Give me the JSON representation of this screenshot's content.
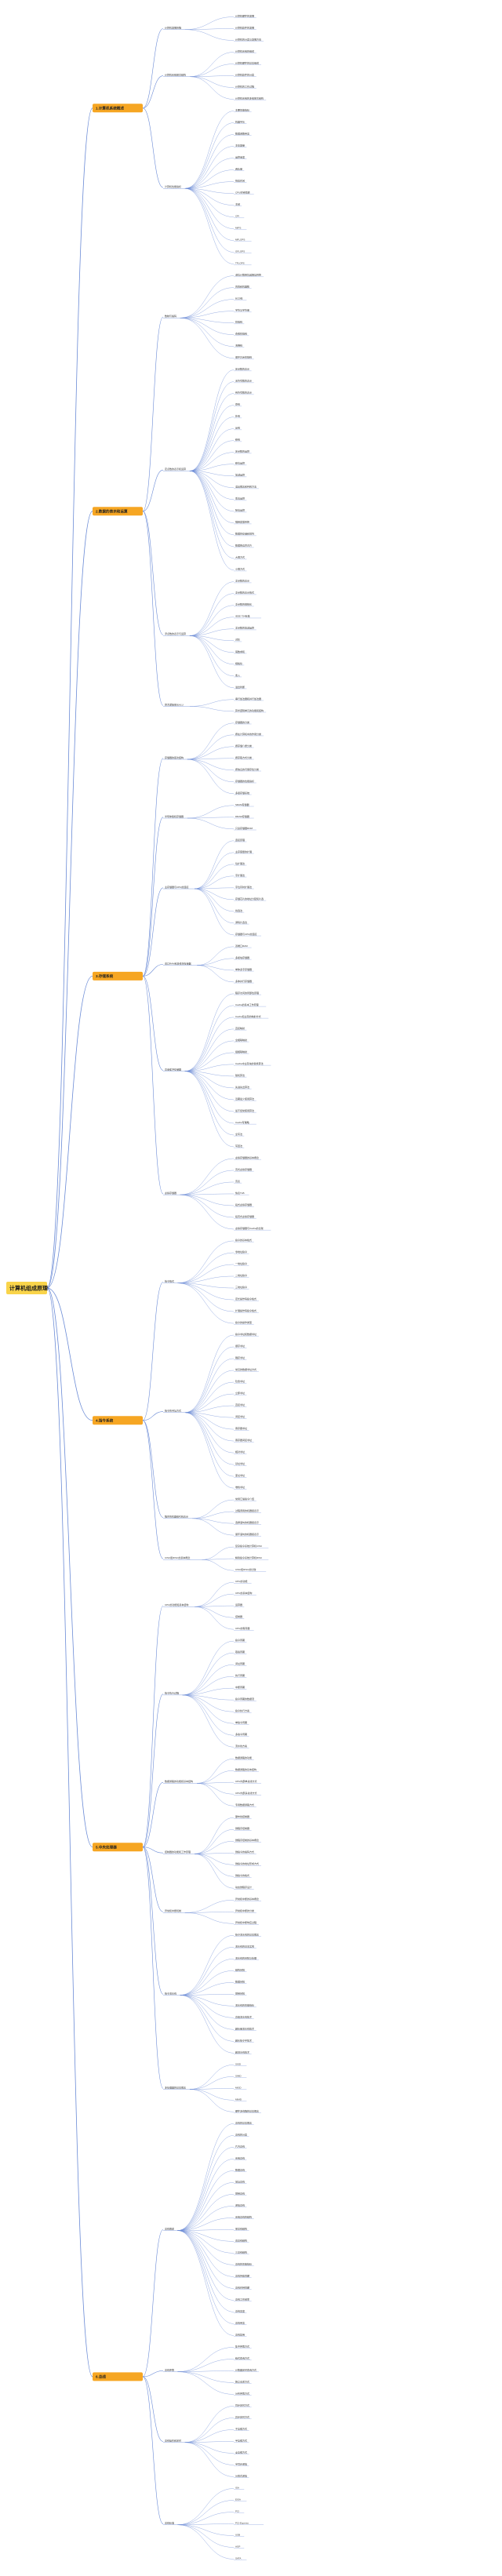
{
  "root": {
    "title": "计算机组成原理"
  },
  "colors": {
    "root_fill": "#f9d44a",
    "branch_fill": "#f6a623",
    "line": "#6b8bd6",
    "text": "#333333"
  },
  "branches": [
    {
      "title": "1.计算机系统概述",
      "items": [
        {
          "label": "计算机发展历程",
          "children": [
            "计算机硬件的发展",
            "计算机软件的发展",
            "计算机的分类与发展方向"
          ]
        },
        {
          "label": "计算机系统层次结构",
          "children": [
            "计算机系统的组成",
            "计算机硬件的基本组成",
            "计算机软件的分类",
            "计算机的工作过程",
            "计算机系统的多级层次结构"
          ]
        },
        {
          "label": "计算机性能指标",
          "children": [
            "主要性能指标",
            "机器字长",
            "数据通路带宽",
            "主存容量",
            "运算速度",
            "吞吐量",
            "响应时间",
            "CPU时钟周期",
            "主频",
            "CPI",
            "MIPS",
            "MFLOPS",
            "GFLOPS",
            "TFLOPS"
          ]
        }
      ]
    },
    {
      "title": "2.数据的表示和运算",
      "items": [
        {
          "label": "数制与编码",
          "children": [
            "进位计数制及其相互转换",
            "真值和机器数",
            "BCD码",
            "字符与字符串",
            "校验码",
            "奇偶校验码",
            "海明码",
            "循环冗余校验码"
          ]
        },
        {
          "label": "定点数的表示和运算",
          "children": [
            "定点数的表示",
            "无符号数的表示",
            "有符号数的表示",
            "原码",
            "补码",
            "反码",
            "移码",
            "定点数的运算",
            "移位运算",
            "加减运算",
            "溢出概念和判别方法",
            "乘法运算",
            "除法运算",
            "强制类型转换",
            "数据的存储和排列",
            "数据按边界对齐",
            "大端方式",
            "小端方式"
          ]
        },
        {
          "label": "浮点数的表示与运算",
          "children": [
            "浮点数的表示",
            "浮点数的表示格式",
            "浮点数的规格化",
            "IEEE 754标准",
            "浮点数的加减运算",
            "对阶",
            "尾数求和",
            "规格化",
            "舍入",
            "溢出判断"
          ]
        },
        {
          "label": "算术逻辑单元ALU",
          "children": [
            "串行加法器和并行加法器",
            "算术逻辑单元的功能和结构"
          ]
        }
      ]
    },
    {
      "title": "3.存储系统",
      "items": [
        {
          "label": "存储器的层次结构",
          "children": [
            "存储器的分类",
            "按在计算机中的作用分类",
            "按存储介质分类",
            "按存取方式分类",
            "按信息的可保存性分类",
            "存储器的性能指标",
            "多级存储系统"
          ]
        },
        {
          "label": "半导体随机存储器",
          "children": [
            "SRAM存储器",
            "DRAM存储器",
            "只读存储器ROM"
          ]
        },
        {
          "label": "主存储器与CPU的连接",
          "children": [
            "连接原理",
            "主存容量的扩展",
            "位扩展法",
            "字扩展法",
            "字位同时扩展法",
            "存储芯片的地址分配和片选",
            "线选法",
            "译码片选法",
            "存储器与CPU的连接"
          ]
        },
        {
          "label": "双口RAM和多模块存储器",
          "children": [
            "双端口RAM",
            "多模块存储器",
            "单体多字存储器",
            "多体并行存储器"
          ]
        },
        {
          "label": "高速缓冲存储器",
          "children": [
            "程序访问的局部性原理",
            "Cache的基本工作原理",
            "Cache和主存的映射方式",
            "直接映射",
            "全相联映射",
            "组相联映射",
            "Cache中主存块的替换算法",
            "随机算法",
            "先进先出算法",
            "近期最少使用算法",
            "最不经常使用算法",
            "Cache写策略",
            "全写法",
            "写回法"
          ]
        },
        {
          "label": "虚拟存储器",
          "children": [
            "虚拟存储器的基本概念",
            "页式虚拟存储器",
            "页表",
            "快表TLB",
            "段式虚拟存储器",
            "段页式虚拟存储器",
            "虚拟存储器与Cache的比较"
          ]
        }
      ]
    },
    {
      "title": "4.指令系统",
      "items": [
        {
          "label": "指令格式",
          "children": [
            "指令的基本格式",
            "零地址指令",
            "一地址指令",
            "二地址指令",
            "三地址指令",
            "定长操作码指令格式",
            "扩展操作码指令格式",
            "指令的操作类型"
          ]
        },
        {
          "label": "指令的寻址方式",
          "children": [
            "指令寻址和数据寻址",
            "顺序寻址",
            "跳跃寻址",
            "常见的数据寻址方式",
            "隐含寻址",
            "立即寻址",
            "直接寻址",
            "间接寻址",
            "寄存器寻址",
            "寄存器间接寻址",
            "相对寻址",
            "基址寻址",
            "变址寻址",
            "堆栈寻址"
          ]
        },
        {
          "label": "程序的机器级代码表示",
          "children": [
            "常用汇编指令介绍",
            "过程调用的机器级表示",
            "选择语句的机器级表示",
            "循环语句的机器级表示"
          ]
        },
        {
          "label": "CISC和RISC的基本概念",
          "children": [
            "复杂指令系统计算机CISC",
            "精简指令系统计算机RISC",
            "CISC和RISC的比较"
          ]
        }
      ]
    },
    {
      "title": "5.中央处理器",
      "items": [
        {
          "label": "CPU的功能和基本结构",
          "children": [
            "CPU的功能",
            "CPU的基本结构",
            "运算器",
            "控制器",
            "CPU的寄存器"
          ]
        },
        {
          "label": "指令执行过程",
          "children": [
            "指令周期",
            "取指周期",
            "间址周期",
            "执行周期",
            "中断周期",
            "指令周期的数据流",
            "指令执行方案",
            "单指令周期",
            "多指令周期",
            "流水线方案"
          ]
        },
        {
          "label": "数据通路的功能和基本结构",
          "children": [
            "数据通路的功能",
            "数据通路的基本结构",
            "CPU内部单总线方式",
            "CPU内部多总线方式",
            "专用数据通路方式"
          ]
        },
        {
          "label": "控制器的功能和工作原理",
          "children": [
            "硬布线控制器",
            "微程序控制器",
            "微程序控制的基本概念",
            "微指令的编码方式",
            "微指令的地址形成方式",
            "微指令的格式",
            "动态微程序设计"
          ]
        },
        {
          "label": "异常和中断机制",
          "children": [
            "异常和中断的基本概念",
            "异常和中断的分类",
            "异常和中断响应过程"
          ]
        },
        {
          "label": "指令流水线",
          "children": [
            "指令流水线的基本概念",
            "流水线的基本实现",
            "流水线的冒险与处理",
            "结构冒险",
            "数据冒险",
            "控制冒险",
            "流水线的性能指标",
            "高级流水线技术",
            "超标量流水线技术",
            "超长指令字技术",
            "超流水线技术"
          ]
        },
        {
          "label": "多处理器的基本概念",
          "children": [
            "SISD",
            "SIMD",
            "MISD",
            "MIMD",
            "硬件多线程的基本概念"
          ]
        }
      ]
    },
    {
      "title": "6.总线",
      "items": [
        {
          "label": "总线概述",
          "children": [
            "总线的基本概念",
            "总线的分类",
            "片内总线",
            "系统总线",
            "数据总线",
            "地址总线",
            "控制总线",
            "通信总线",
            "系统总线的结构",
            "单总线结构",
            "双总线结构",
            "三总线结构",
            "总线的性能指标",
            "总线传输周期",
            "总线时钟周期",
            "总线工作频率",
            "总线宽度",
            "总线带宽",
            "总线复用"
          ]
        },
        {
          "label": "总线仲裁",
          "children": [
            "集中仲裁方式",
            "链式查询方式",
            "计数器定时查询方式",
            "独立请求方式",
            "分布仲裁方式"
          ]
        },
        {
          "label": "总线操作和定时",
          "children": [
            "同步定时方式",
            "异步定时方式",
            "不互锁方式",
            "半互锁方式",
            "全互锁方式",
            "半同步通信",
            "分离式通信"
          ]
        },
        {
          "label": "总线标准",
          "children": [
            "ISA",
            "EISA",
            "PCI",
            "PCI-Express",
            "USB",
            "AGP",
            "SATA"
          ]
        }
      ]
    }
  ]
}
